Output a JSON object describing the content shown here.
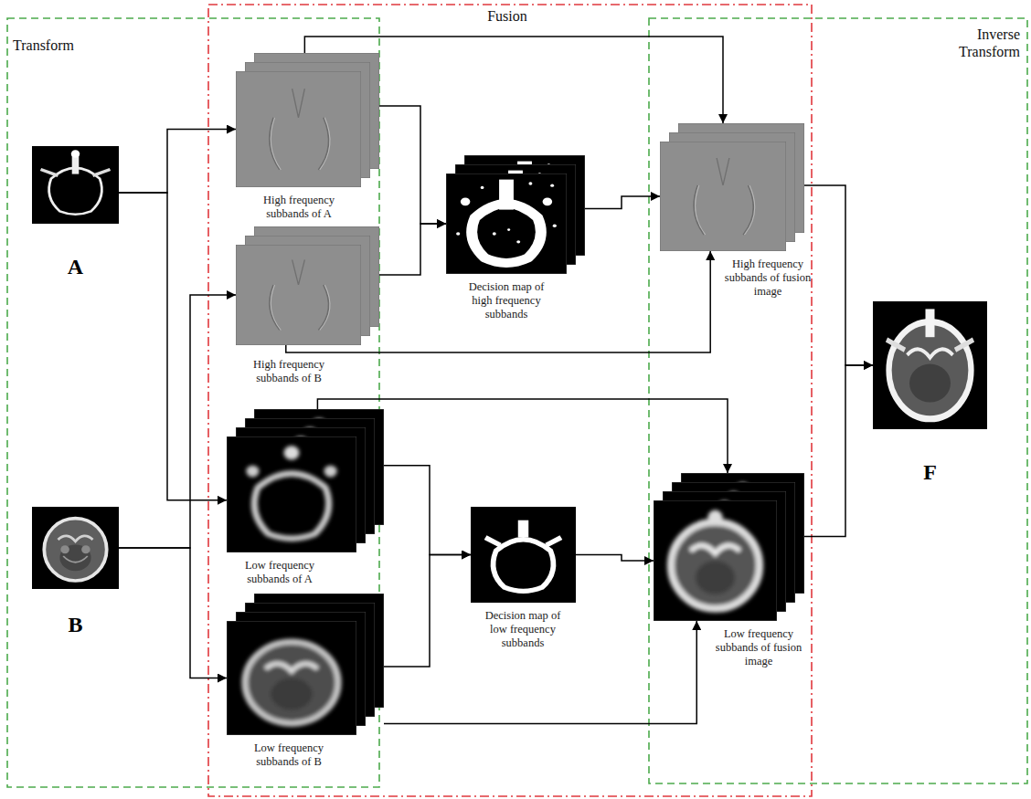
{
  "diagram": {
    "nodes": [
      {
        "text": [
          "A"
        ]
      },
      {
        "text": [
          "B"
        ]
      },
      {
        "text": [
          "High frequency subbands of A"
        ]
      },
      {
        "text": [
          "High frequency subbands of B"
        ]
      },
      {
        "text": [
          "Low frequency subbands of A"
        ]
      },
      {
        "text": [
          "Low frequency subbands of B"
        ]
      },
      {
        "text": [
          "Decision map of high frequency subbands"
        ]
      },
      {
        "text": [
          "Decision map of low frequency subbands"
        ]
      },
      {
        "text": [
          "High frequency subbands of fusion image"
        ]
      },
      {
        "text": [
          "Low frequency subbands of fusion image"
        ]
      },
      {
        "text": [
          "F"
        ]
      }
    ],
    "edges": [
      {
        "from": 0,
        "to": 2,
        "arrow": "to"
      },
      {
        "from": 0,
        "to": 4,
        "arrow": "to"
      },
      {
        "from": 1,
        "to": 3,
        "arrow": "to"
      },
      {
        "from": 1,
        "to": 5,
        "arrow": "to"
      },
      {
        "from": 2,
        "to": 6,
        "arrow": "to"
      },
      {
        "from": 3,
        "to": 6,
        "arrow": "to"
      },
      {
        "from": 2,
        "to": 8,
        "arrow": "to"
      },
      {
        "from": 3,
        "to": 8,
        "arrow": "to"
      },
      {
        "from": 6,
        "to": 8,
        "arrow": "to"
      },
      {
        "from": 4,
        "to": 7,
        "arrow": "to"
      },
      {
        "from": 5,
        "to": 7,
        "arrow": "to"
      },
      {
        "from": 4,
        "to": 9,
        "arrow": "to"
      },
      {
        "from": 5,
        "to": 9,
        "arrow": "to"
      },
      {
        "from": 7,
        "to": 9,
        "arrow": "to"
      },
      {
        "from": 8,
        "to": 10,
        "arrow": "to"
      },
      {
        "from": 9,
        "to": 10,
        "arrow": "to"
      }
    ],
    "labels": [
      "Transform",
      "Fusion",
      "Inverse Transform"
    ]
  }
}
